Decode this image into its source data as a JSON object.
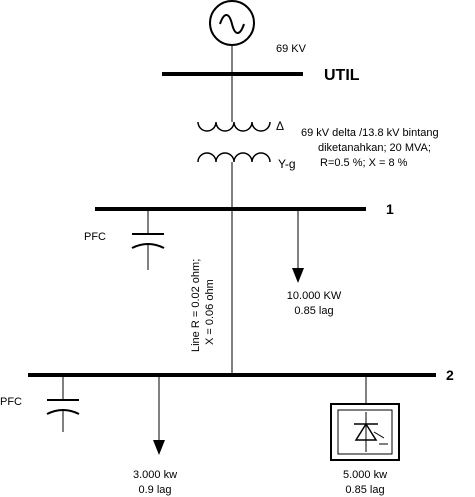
{
  "source": {
    "voltage_label": "69 KV",
    "bus_label": "UTIL"
  },
  "transformer": {
    "primary_symbol": "Δ",
    "secondary_symbol": "Y-g",
    "spec_line1": "69 kV delta /13.8 kV  bintang",
    "spec_line2": "diketanahkan;  20 MVA;",
    "spec_line3": "R=0.5 %; X = 8 %"
  },
  "bus1": {
    "label": "1",
    "pfc_label": "PFC",
    "load_line1": "10.000 KW",
    "load_line2": "0.85 lag"
  },
  "line": {
    "line1": "Line R = 0.02 ohm;",
    "line2": "X = 0.06 ohm"
  },
  "bus2": {
    "label": "2",
    "pfc_label": "PFC",
    "load_a_line1": "3.000 kw",
    "load_a_line2": "0.9 lag",
    "load_b_line1": "5.000 kw",
    "load_b_line2": "0.85 lag"
  }
}
